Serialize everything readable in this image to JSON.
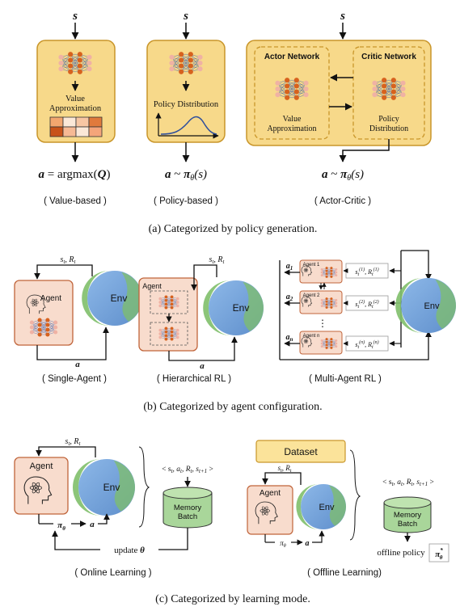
{
  "colors": {
    "yellow_fill": "#f7d98a",
    "yellow_stroke": "#c9962a",
    "peach_fill": "#f8dccd",
    "peach_stroke": "#c0643a",
    "node_orange": "#d7621e",
    "node_pink": "#f0b2a4",
    "edge_blue": "#3d5fa8",
    "memory_green": "#a9d69a",
    "dataset_fill": "#fbe39a",
    "earth_blue": "#6f9fd8",
    "earth_green": "#7fbf6a"
  },
  "panel_a": {
    "state_symbol": "s",
    "value_based": {
      "label": "Value\nApproximation",
      "formula_left": "a",
      "formula_eq": " = argmax(",
      "formula_q": "Q",
      "formula_close": ")",
      "caption": "( Value-based )"
    },
    "policy_based": {
      "label": "Policy Distribution",
      "formula_left": "a",
      "formula_mid": " ~ ",
      "formula_pi": "π",
      "formula_sub": "θ",
      "formula_arg": "(s)",
      "caption": "( Policy-based )"
    },
    "actor_critic": {
      "actor_title": "Actor Network",
      "critic_title": "Critic Network",
      "actor_label": "Value\nApproximation",
      "critic_label": "Policy\nDistribution",
      "caption": "( Actor-Critic )"
    },
    "subtitle": "(a)  Categorized by policy generation."
  },
  "panel_b": {
    "feedback_label": "s_t, R_t",
    "action_label": "a",
    "agent_label": "Agent",
    "env_label": "Env",
    "single_caption": "( Single-Agent )",
    "hier_caption": "( Hierarchical RL )",
    "multi_caption": "( Multi-Agent RL )",
    "multi_agents": [
      {
        "name": "Agent 1",
        "action": "a1",
        "state": "s_t^(1), R_t^(1)"
      },
      {
        "name": "Agent 2",
        "action": "a2",
        "state": "s_t^(2), R_t^(2)"
      },
      {
        "name": "Agent n",
        "action": "an",
        "state": "s_t^(n), R_t^(n)"
      }
    ],
    "dots": "⋮",
    "subtitle": "(b)  Categorized by agent configuration."
  },
  "panel_c": {
    "agent_label": "Agent",
    "env_label": "Env",
    "feedback_label": "s_t, R_t",
    "pi_label": "π_θ",
    "action_label": "a",
    "tuple_label": "< s_t, a_t, R_t, s_t+1 >",
    "memory_label": "Memory\nBatch",
    "update_label": "update θ",
    "online_caption": "( Online Learning )",
    "dataset_label": "Dataset",
    "offline_policy_label": "offline policy",
    "offline_pi": "π*_θ",
    "offline_caption": "( Offline Learning)",
    "subtitle": "(c)  Categorized by learning mode."
  }
}
